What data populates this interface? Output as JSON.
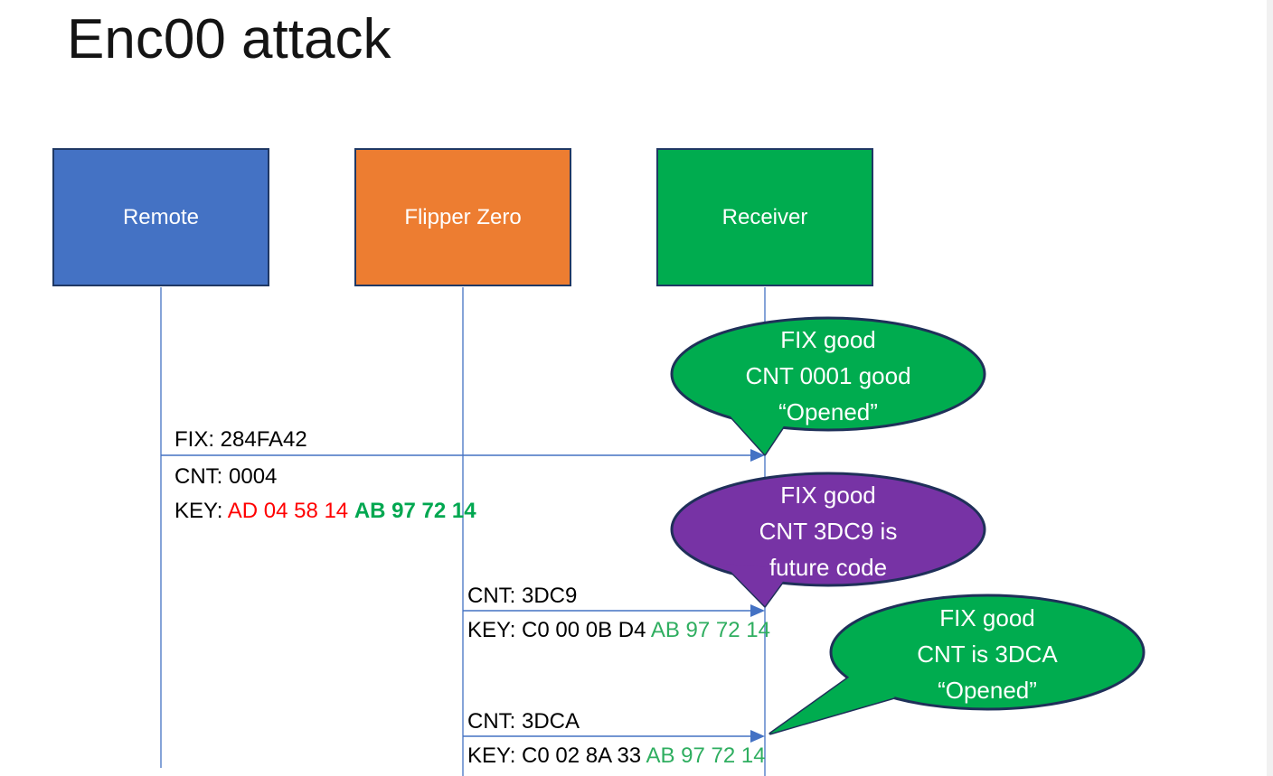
{
  "slide": {
    "title": "Enc00 attack"
  },
  "actors": [
    {
      "label": "Remote",
      "fill": "#4472C4"
    },
    {
      "label": "Flipper Zero",
      "fill": "#ED7D31"
    },
    {
      "label": "Receiver",
      "fill": "#00AC4F"
    }
  ],
  "messages": [
    {
      "from": "Remote",
      "to": "Receiver",
      "above": "FIX: 284FA42",
      "below": {
        "cnt": "CNT: 0004",
        "key_label": "KEY: ",
        "key_red": "AD 04 58 14 ",
        "key_green": "AB 97 72 14"
      }
    },
    {
      "from": "Flipper Zero",
      "to": "Receiver",
      "above": "CNT: 3DC9",
      "below": {
        "key_label": "KEY: ",
        "key_black": "C0 00 0B D4 ",
        "key_green": "AB 97 72 14"
      }
    },
    {
      "from": "Flipper Zero",
      "to": "Receiver",
      "above": "CNT: 3DCA",
      "below": {
        "key_label": "KEY: ",
        "key_black": "C0 02 8A 33 ",
        "key_green": "AB 97 72 14"
      }
    }
  ],
  "callouts": [
    {
      "fill": "#00AC4F",
      "lines": [
        "FIX good",
        "CNT 0001 good",
        "“Opened”"
      ]
    },
    {
      "fill": "#7733A5",
      "lines": [
        "FIX good",
        "CNT 3DC9 is",
        "future code"
      ]
    },
    {
      "fill": "#00AC4F",
      "lines": [
        "FIX good",
        "CNT is 3DCA",
        "“Opened”"
      ]
    }
  ],
  "colors": {
    "arrow": "#4472C4",
    "lifeline": "#4472C4",
    "shape_border": "#1F3864",
    "callout_border": "#1F3059",
    "key_red": "#FF0000",
    "key_green_bold": "#00A750",
    "key_green": "#2FAE60"
  }
}
